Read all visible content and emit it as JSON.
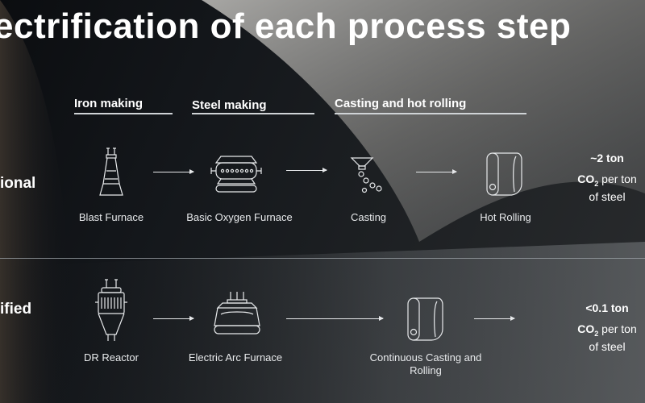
{
  "title": "ectrification of each process step",
  "headers": {
    "iron": "Iron making",
    "steel": "Steel making",
    "casting": "Casting and hot rolling"
  },
  "rows": {
    "conventional": {
      "label": "ional",
      "steps": [
        "Blast Furnace",
        "Basic Oxygen Furnace",
        "Casting",
        "Hot Rolling"
      ],
      "co2_amount": "~2 ton",
      "co2_unit_a": "CO",
      "co2_sub": "2",
      "co2_unit_b": " per ton",
      "co2_unit_c": "of steel"
    },
    "electrified": {
      "label": "ified",
      "steps": [
        "DR Reactor",
        "Electric Arc Furnace",
        "Continuous Casting and Rolling"
      ],
      "co2_amount": "<0.1 ton",
      "co2_unit_a": "CO",
      "co2_sub": "2",
      "co2_unit_b": " per ton",
      "co2_unit_c": "of steel"
    }
  },
  "colors": {
    "text": "#ffffff",
    "line": "#cfd3d6"
  },
  "icons": [
    "blast-furnace-icon",
    "basic-oxygen-furnace-icon",
    "casting-icon",
    "hot-rolling-icon",
    "dr-reactor-icon",
    "electric-arc-furnace-icon",
    "continuous-casting-rolling-icon"
  ]
}
